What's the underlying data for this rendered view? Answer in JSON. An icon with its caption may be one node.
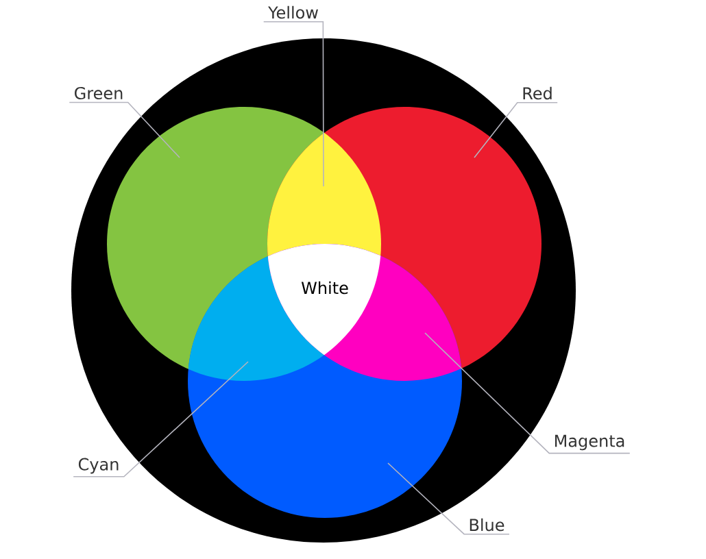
{
  "diagram": {
    "nodes": [
      {
        "text": [
          "Yellow"
        ]
      },
      {
        "text": [
          "Green"
        ]
      },
      {
        "text": [
          "Red"
        ]
      },
      {
        "text": [
          "Magenta"
        ]
      },
      {
        "text": [
          "Cyan"
        ]
      },
      {
        "text": [
          "Blue"
        ]
      }
    ],
    "edges": [
      {
        "from": 0,
        "to": null,
        "arrow": "none"
      },
      {
        "from": 1,
        "to": null,
        "arrow": "none"
      },
      {
        "from": 2,
        "to": null,
        "arrow": "none"
      },
      {
        "from": 3,
        "to": null,
        "arrow": "none"
      },
      {
        "from": 4,
        "to": null,
        "arrow": "none"
      },
      {
        "from": 5,
        "to": null,
        "arrow": "none"
      }
    ],
    "labels": [
      "White"
    ]
  }
}
